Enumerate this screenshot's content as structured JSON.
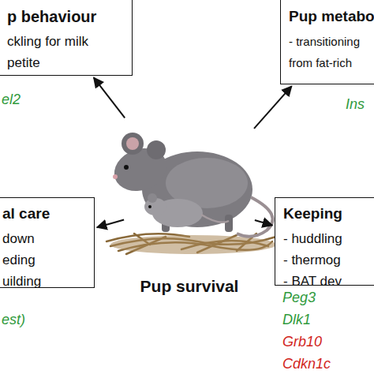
{
  "diagram": {
    "nodes": [
      {
        "text": [
          "p behaviour",
          "ckling for milk",
          "petite"
        ]
      },
      {
        "text": [
          "Pup metabo",
          "- transitioning from fat-rich"
        ]
      },
      {
        "text": [
          "Pup survival"
        ]
      },
      {
        "text": [
          "al care",
          "down",
          "eding",
          "uilding"
        ]
      },
      {
        "text": [
          "Keeping",
          "- huddling",
          "- thermog",
          "- BAT dev"
        ]
      }
    ],
    "edges": [
      {
        "from": 2,
        "to": 0,
        "arrow": "to"
      },
      {
        "from": 2,
        "to": 1,
        "arrow": "to"
      },
      {
        "from": 2,
        "to": 3,
        "arrow": "to"
      },
      {
        "from": 2,
        "to": 4,
        "arrow": "to"
      }
    ],
    "labels": [
      "el2",
      "Ins",
      "est)",
      "Peg3",
      "Dlk1",
      "Grb10",
      "Cdkn1c"
    ]
  }
}
